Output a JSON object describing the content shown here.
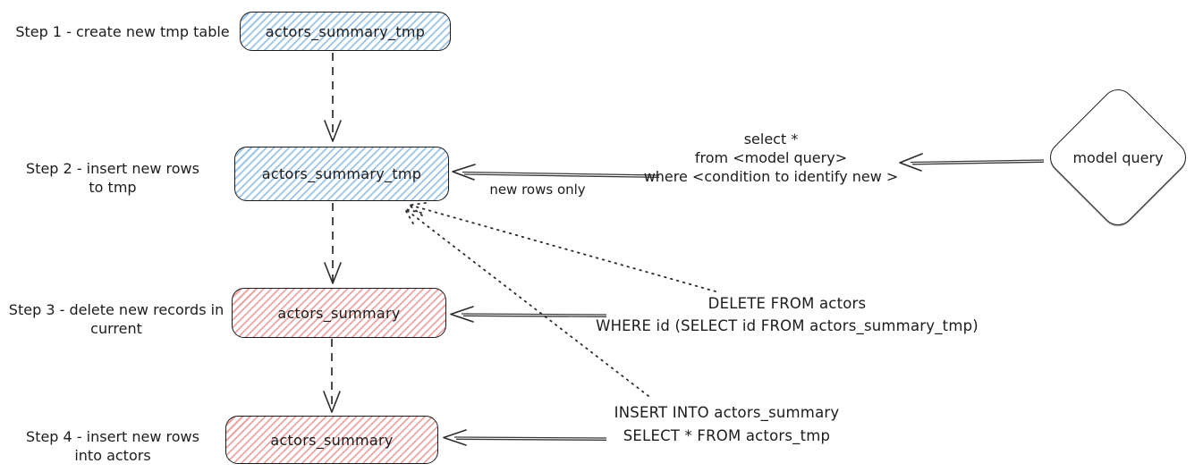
{
  "steps": [
    {
      "label1": "Step 1 - create new tmp table",
      "label2": "",
      "node": "actors_summary_tmp",
      "node_color": "blue"
    },
    {
      "label1": "Step 2 - insert new rows",
      "label2": "to tmp",
      "node": "actors_summary_tmp",
      "node_color": "blue"
    },
    {
      "label1": "Step 3 - delete new records in",
      "label2": "current",
      "node": "actors_summary",
      "node_color": "pink"
    },
    {
      "label1": "Step 4 - insert new rows",
      "label2": "into actors",
      "node": "actors_summary",
      "node_color": "pink"
    }
  ],
  "sql": {
    "model_select": [
      "select *",
      "from <model query>",
      "where <condition to identify new >"
    ],
    "delete": [
      "DELETE FROM actors",
      "WHERE id (SELECT id FROM actors_summary_tmp)"
    ],
    "insert": [
      "INSERT INTO actors_summary",
      "SELECT * FROM actors_tmp"
    ]
  },
  "labels": {
    "new_rows_only": "new rows only",
    "model_query": "model query"
  },
  "colors": {
    "ink": "#1c1c1c",
    "blue_hatch": "#9cc3e8",
    "pink_hatch": "#f0a3a3"
  }
}
